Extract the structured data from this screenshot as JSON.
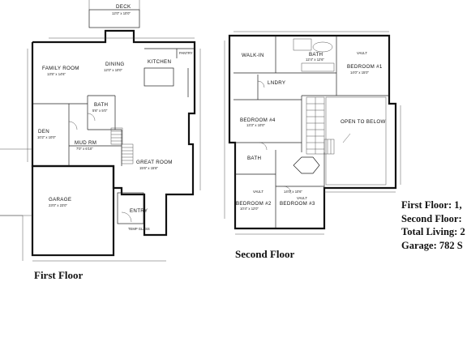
{
  "first_floor": {
    "caption": "First Floor",
    "rooms": {
      "deck": "DECK",
      "deck_dim": "12'0\" x 10'0\"",
      "family_room": "FAMILY ROOM",
      "family_dim": "13'5\" x 14'6\"",
      "dining": "DINING",
      "dining_dim": "12'0\" x 10'0\"",
      "kitchen": "KITCHEN",
      "pantry": "PANTRY",
      "bath": "BATH",
      "bath_dim": "5'6\" x 5'0\"",
      "den": "DEN",
      "den_dim": "10'2\" x 10'0\"",
      "mud_rm": "MUD RM",
      "mud_dim": "7'0\" x 6'10\"",
      "great_room": "GREAT ROOM",
      "great_dim": "15'6\" x 15'8\"",
      "garage": "GARAGE",
      "garage_dim": "23'0\" x 23'0\"",
      "entry": "ENTRY",
      "temp_glass": "TEMP GLASS"
    }
  },
  "second_floor": {
    "caption": "Second Floor",
    "rooms": {
      "walk_in": "WALK-IN",
      "bath_master": "BATH",
      "bath_master_dim": "12'4\" x 12'6\"",
      "vault_master": "VAULT",
      "bedroom_1": "BEDROOM #1",
      "bedroom_1_dim": "14'0\" x 15'0\"",
      "laundry": "LNDRY",
      "bedroom_4": "BEDROOM #4",
      "bedroom_4_dim": "13'3\" x 10'0\"",
      "open_to_below": "OPEN TO BELOW",
      "bath_hall": "BATH",
      "vault_2": "VAULT",
      "bedroom_2": "BEDROOM #2",
      "bedroom_2_dim": "10'4\" x 12'0\"",
      "bedroom_3": "BEDROOM #3",
      "bedroom_3_dim": "14'0\" x 10'6\"",
      "vault_3": "VAULT"
    }
  },
  "stats": [
    "First Floor: 1,",
    "Second Floor:",
    "Total Living: 2",
    "Garage: 782 S"
  ]
}
